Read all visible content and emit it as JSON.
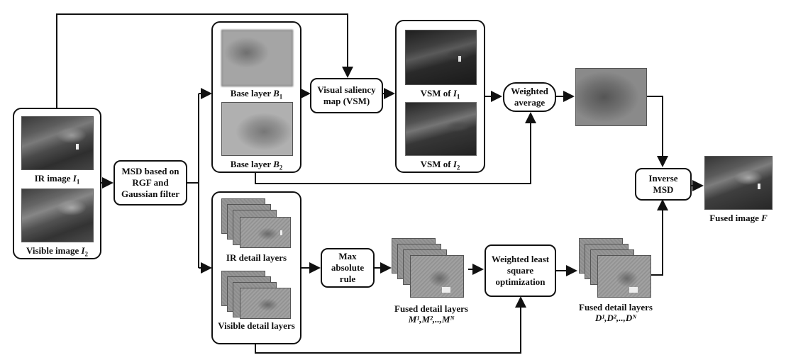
{
  "inputs": {
    "ir_label": "IR image ",
    "ir_var": "I",
    "ir_sub": "1",
    "vis_label": "Visible image ",
    "vis_var": "I",
    "vis_sub": "2"
  },
  "msd": {
    "label": "MSD based on RGF and Gaussian filter"
  },
  "base": {
    "b1_label": "Base layer ",
    "b1_var": "B",
    "b1_sub": "1",
    "b2_label": "Base layer ",
    "b2_var": "B",
    "b2_sub": "2"
  },
  "vsm": {
    "node_label": "Visual saliency map (VSM)",
    "i1_label": "VSM of ",
    "i1_var": "I",
    "i1_sub": "1",
    "i2_label": "VSM of ",
    "i2_var": "I",
    "i2_sub": "2"
  },
  "weighted_average": {
    "label": "Weighted average"
  },
  "inverse_msd": {
    "label": "Inverse MSD"
  },
  "fused_image": {
    "label": "Fused image ",
    "var": "F"
  },
  "detail": {
    "ir_label": "IR detail layers",
    "vis_label": "Visible detail layers"
  },
  "max_rule": {
    "label": "Max absolute rule"
  },
  "wls": {
    "label": "Weighted least square optimization"
  },
  "fused_detail_m": {
    "label": "Fused detail layers",
    "vars": "M",
    "formula": "M¹,M²,..,Mᴺ"
  },
  "fused_detail_d": {
    "label": "Fused detail layers",
    "formula": "D¹,D²,..,Dᴺ"
  }
}
